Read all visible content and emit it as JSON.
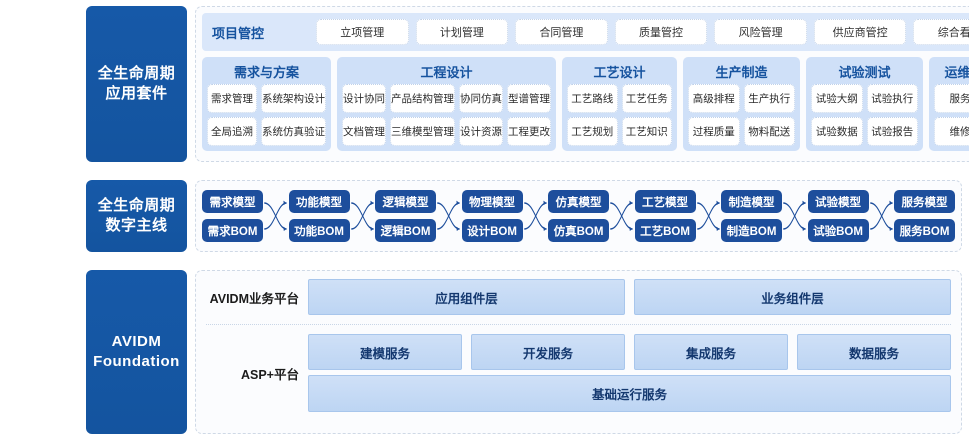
{
  "bands": {
    "suite": {
      "side_label_lines": [
        "全生命周期",
        "应用套件"
      ],
      "pm_row": {
        "title": "项目管控",
        "items": [
          "立项管理",
          "计划管理",
          "合同管理",
          "质量管控",
          "风险管理",
          "供应商管控",
          "综合看板"
        ]
      },
      "groups": [
        {
          "title": "需求与方案",
          "cells": [
            "需求管理",
            "系统架构设计",
            "全局追溯",
            "系统仿真验证"
          ]
        },
        {
          "title": "工程设计",
          "cells": [
            "设计协同",
            "产品结构管理",
            "协同仿真",
            "型谱管理",
            "文档管理",
            "三维模型管理",
            "设计资源",
            "工程更改"
          ]
        },
        {
          "title": "工艺设计",
          "cells": [
            "工艺路线",
            "工艺任务",
            "工艺规划",
            "工艺知识"
          ]
        },
        {
          "title": "生产制造",
          "cells": [
            "高级排程",
            "生产执行",
            "过程质量",
            "物料配送"
          ]
        },
        {
          "title": "试验测试",
          "cells": [
            "试验大纲",
            "试验执行",
            "试验数据",
            "试验报告"
          ]
        },
        {
          "title": "运维保障",
          "cells": [
            "服务计划",
            "维修维护"
          ]
        }
      ]
    },
    "thread": {
      "side_label_lines": [
        "全生命周期",
        "数字主线"
      ],
      "stages": [
        {
          "model": "需求模型",
          "bom": "需求BOM"
        },
        {
          "model": "功能模型",
          "bom": "功能BOM"
        },
        {
          "model": "逻辑模型",
          "bom": "逻辑BOM"
        },
        {
          "model": "物理模型",
          "bom": "设计BOM"
        },
        {
          "model": "仿真模型",
          "bom": "仿真BOM"
        },
        {
          "model": "工艺模型",
          "bom": "工艺BOM"
        },
        {
          "model": "制造模型",
          "bom": "制造BOM"
        },
        {
          "model": "试验模型",
          "bom": "试验BOM"
        },
        {
          "model": "服务模型",
          "bom": "服务BOM"
        }
      ]
    },
    "foundation": {
      "side_label_lines": [
        "AVIDM",
        "Foundation"
      ],
      "rows": [
        {
          "label": "AVIDM业务平台",
          "boxes": [
            "应用组件层",
            "业务组件层"
          ]
        },
        {
          "label": "ASP+平台",
          "boxes": [
            "建模服务",
            "开发服务",
            "集成服务",
            "数据服务"
          ],
          "full_width_box": "基础运行服务"
        }
      ]
    }
  },
  "colors": {
    "brand_blue": "#1659a8",
    "thread_box": "#1d4e9c",
    "group_bg": "#cfe0f8",
    "pm_row_bg": "#dae7fa",
    "foundation_box": "#cfe0f7"
  }
}
